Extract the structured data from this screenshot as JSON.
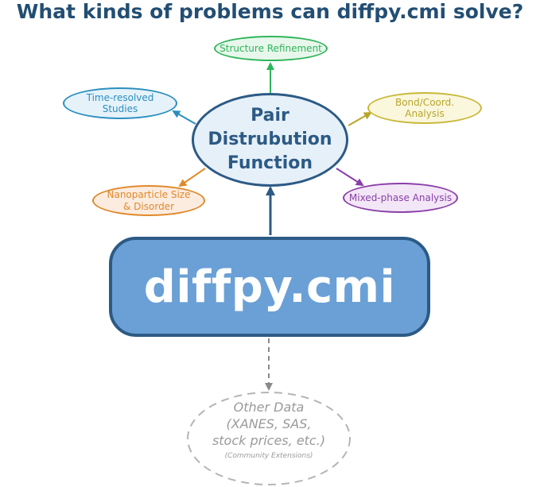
{
  "title": "What kinds of problems can diffpy.cmi solve?",
  "center": {
    "lines": [
      "Pair",
      "Distrubution",
      "Function"
    ]
  },
  "core": {
    "label": "diffpy.cmi"
  },
  "applications": {
    "structure_refinement": {
      "lines": [
        "Structure Refinement"
      ],
      "color": "#2fb65a"
    },
    "time_resolved": {
      "lines": [
        "Time-resolved",
        "Studies"
      ],
      "color": "#2b8fbf"
    },
    "bond_coord": {
      "lines": [
        "Bond/Coord.",
        "Analysis"
      ],
      "color": "#b8a52a"
    },
    "nanoparticle": {
      "lines": [
        "Nanoparticle Size",
        "& Disorder"
      ],
      "color": "#e0892a"
    },
    "mixed_phase": {
      "lines": [
        "Mixed-phase Analysis"
      ],
      "color": "#8a3fa8"
    }
  },
  "other_data": {
    "lines": [
      "Other Data",
      "(XANES, SAS,",
      "stock prices, etc.)"
    ],
    "note": "(Community Extensions)",
    "color": "#9a9a9a"
  }
}
